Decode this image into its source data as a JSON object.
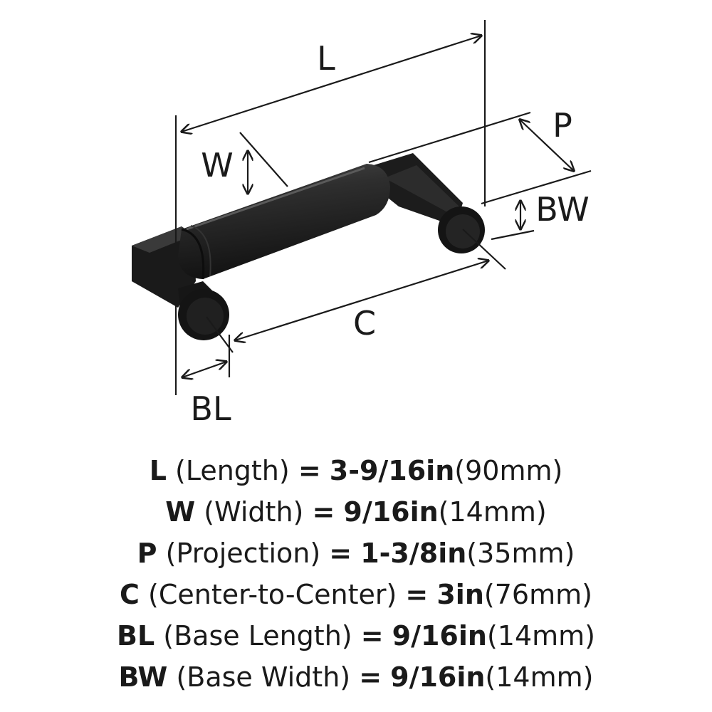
{
  "diagram": {
    "labels": {
      "L": "L",
      "W": "W",
      "P": "P",
      "BW": "BW",
      "C": "C",
      "BL": "BL"
    }
  },
  "specs": [
    {
      "code": "L",
      "name": "(Length)",
      "eq": "=",
      "inch": "3-9/16in",
      "mm": "(90mm)"
    },
    {
      "code": "W",
      "name": "(Width)",
      "eq": "=",
      "inch": "9/16in",
      "mm": "(14mm)"
    },
    {
      "code": "P",
      "name": "(Projection)",
      "eq": "=",
      "inch": "1-3/8in",
      "mm": "(35mm)"
    },
    {
      "code": "C",
      "name": "(Center-to-Center)",
      "eq": "=",
      "inch": "3in",
      "mm": "(76mm)"
    },
    {
      "code": "BL",
      "name": "(Base Length)",
      "eq": "=",
      "inch": "9/16in",
      "mm": "(14mm)"
    },
    {
      "code": "BW",
      "name": "(Base Width)",
      "eq": "=",
      "inch": "9/16in",
      "mm": "(14mm)"
    }
  ]
}
